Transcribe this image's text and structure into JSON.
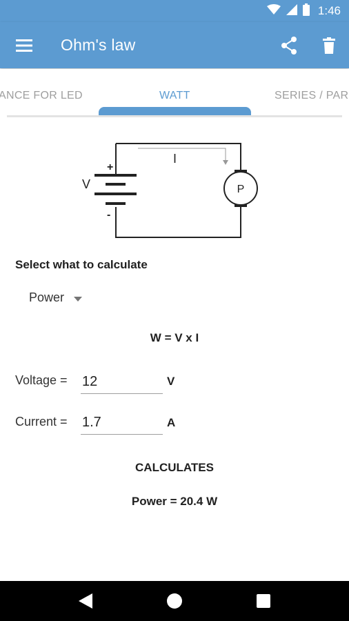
{
  "status_bar": {
    "time": "1:46",
    "icons": [
      "wifi-icon",
      "cellular-signal-icon",
      "battery-icon"
    ]
  },
  "app_bar": {
    "title": "Ohm's law",
    "actions": [
      "share-icon",
      "delete-icon"
    ]
  },
  "tabs": [
    {
      "label": "RESISTANCE FOR LED",
      "visible_text": "ANCE FOR LED",
      "active": false
    },
    {
      "label": "WATT",
      "active": true
    },
    {
      "label": "SERIES / PARALLEL",
      "visible_text": "SERIES / PAR",
      "active": false
    }
  ],
  "circuit": {
    "voltage_label": "V",
    "current_label": "I",
    "load_label": "P",
    "plus": "+",
    "minus": "-"
  },
  "calculator": {
    "select_label": "Select what to calculate",
    "selected_option": "Power",
    "formula": "W = V x I",
    "fields": [
      {
        "label": "Voltage =",
        "value": "12",
        "unit": "V"
      },
      {
        "label": "Current =",
        "value": "1.7",
        "unit": "A"
      }
    ],
    "calculates_heading": "CALCULATES",
    "result": "Power = 20.4 W"
  },
  "nav_bar": {
    "buttons": [
      "back-icon",
      "home-icon",
      "recents-icon"
    ]
  },
  "colors": {
    "primary": "#5c9bd1",
    "text": "#212121",
    "inactive_tab": "#9e9e9e"
  }
}
